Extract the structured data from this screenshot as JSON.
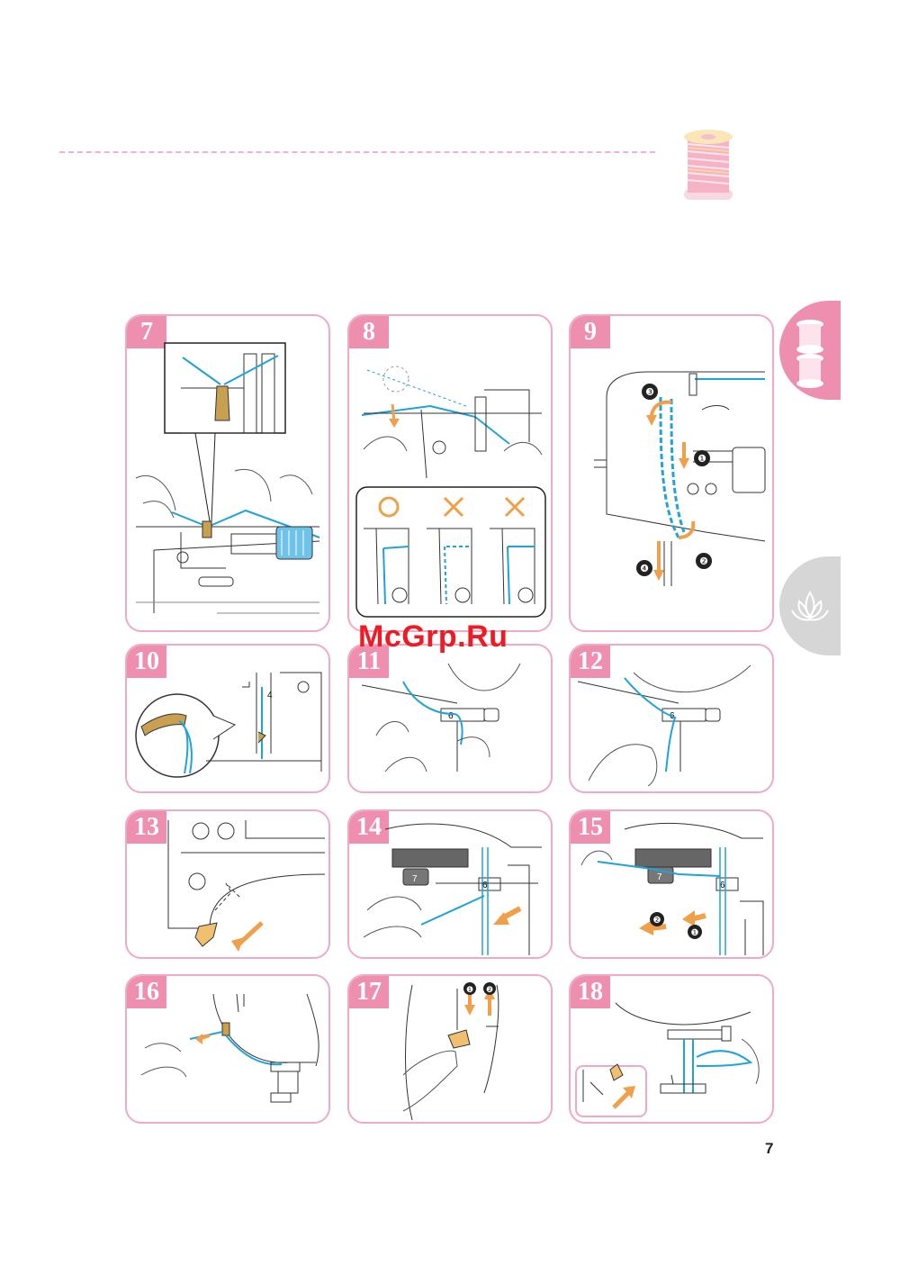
{
  "page": {
    "number": "7"
  },
  "watermark": {
    "text": "McGrp.Ru",
    "color": "#ed1c24"
  },
  "colors": {
    "accent": "#ef8fb0",
    "panel_border": "#f2a9c2",
    "thread": "#1fa3d9",
    "arrow": "#f0a04a"
  },
  "steps": [
    {
      "num": "7"
    },
    {
      "num": "8"
    },
    {
      "num": "9"
    },
    {
      "num": "10"
    },
    {
      "num": "11"
    },
    {
      "num": "12"
    },
    {
      "num": "13"
    },
    {
      "num": "14"
    },
    {
      "num": "15"
    },
    {
      "num": "16"
    },
    {
      "num": "17"
    },
    {
      "num": "18"
    }
  ],
  "panel9_markers": [
    "❶",
    "❷",
    "❸",
    "❹"
  ],
  "panel10_marker": "4",
  "panel11_marker": "6",
  "panel12_marker": "6",
  "panel14_markers": [
    "7",
    "6"
  ],
  "panel15_markers": [
    "7",
    "6",
    "❷",
    "❶"
  ],
  "panel17_markers": [
    "❶",
    "❷"
  ],
  "side_tabs": [
    {
      "icon": "thread-spool-icon"
    },
    {
      "icon": "lotus-flower-icon"
    }
  ]
}
